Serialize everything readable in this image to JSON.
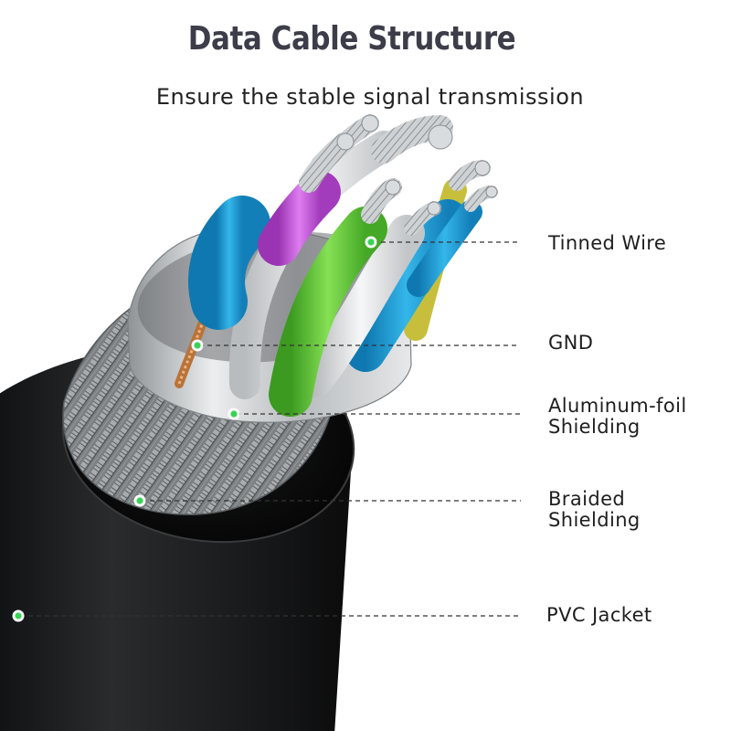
{
  "header": {
    "title": "Data Cable Structure",
    "subtitle": "Ensure the stable signal transmission"
  },
  "callouts": [
    {
      "id": "tinned-wire",
      "lines": [
        "Tinned Wire"
      ]
    },
    {
      "id": "gnd",
      "lines": [
        "GND"
      ]
    },
    {
      "id": "aluminum-foil",
      "lines": [
        "Aluminum-foil",
        "Shielding"
      ]
    },
    {
      "id": "braided",
      "lines": [
        "Braided",
        "Shielding"
      ]
    },
    {
      "id": "pvc-jacket",
      "lines": [
        "PVC Jacket"
      ]
    }
  ],
  "colors": {
    "jacket": "#1e1f21",
    "foil": "#c9ccce",
    "braid": "#8c8f91",
    "wire_blue": "#1f9fd6",
    "wire_green": "#5fc93a",
    "wire_purple": "#c357d8",
    "wire_yellow": "#c7bf3c",
    "wire_white": "#e4e6e8",
    "marker_dot": "#39d353",
    "leader_line": "#333333"
  }
}
